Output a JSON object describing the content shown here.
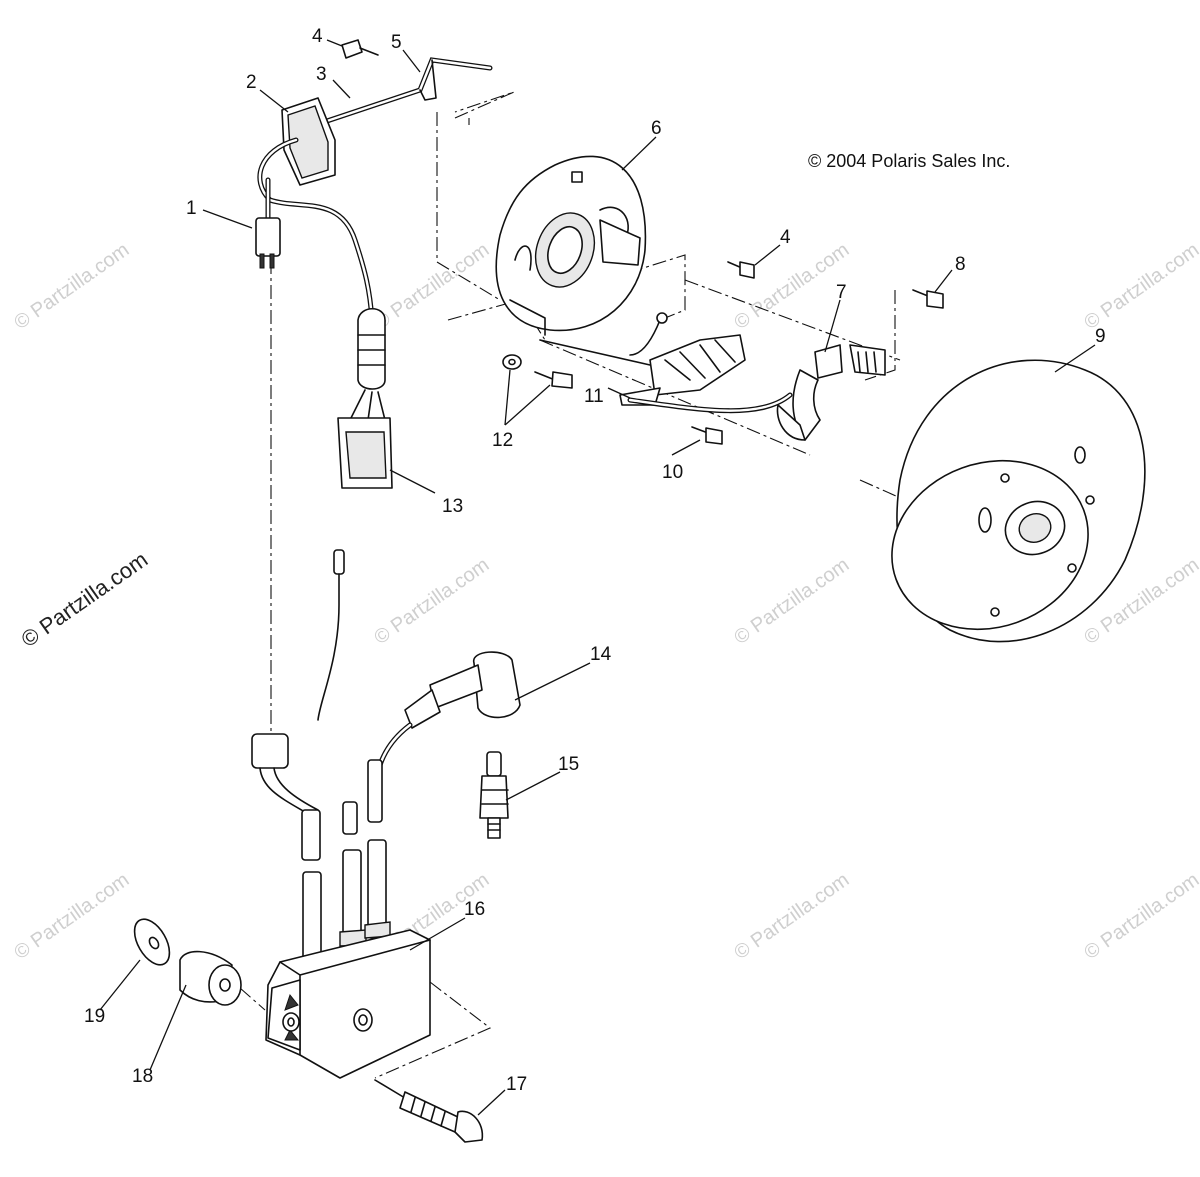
{
  "diagram": {
    "copyright": "© 2004 Polaris Sales Inc.",
    "watermark": "© Partzilla.com",
    "callouts": [
      "1",
      "2",
      "3",
      "4",
      "4",
      "5",
      "6",
      "7",
      "8",
      "9",
      "10",
      "11",
      "12",
      "13",
      "14",
      "15",
      "16",
      "17",
      "18",
      "19"
    ],
    "colors": {
      "ink": "#111111",
      "watermark": "#cfcfcf",
      "background": "#ffffff"
    }
  }
}
